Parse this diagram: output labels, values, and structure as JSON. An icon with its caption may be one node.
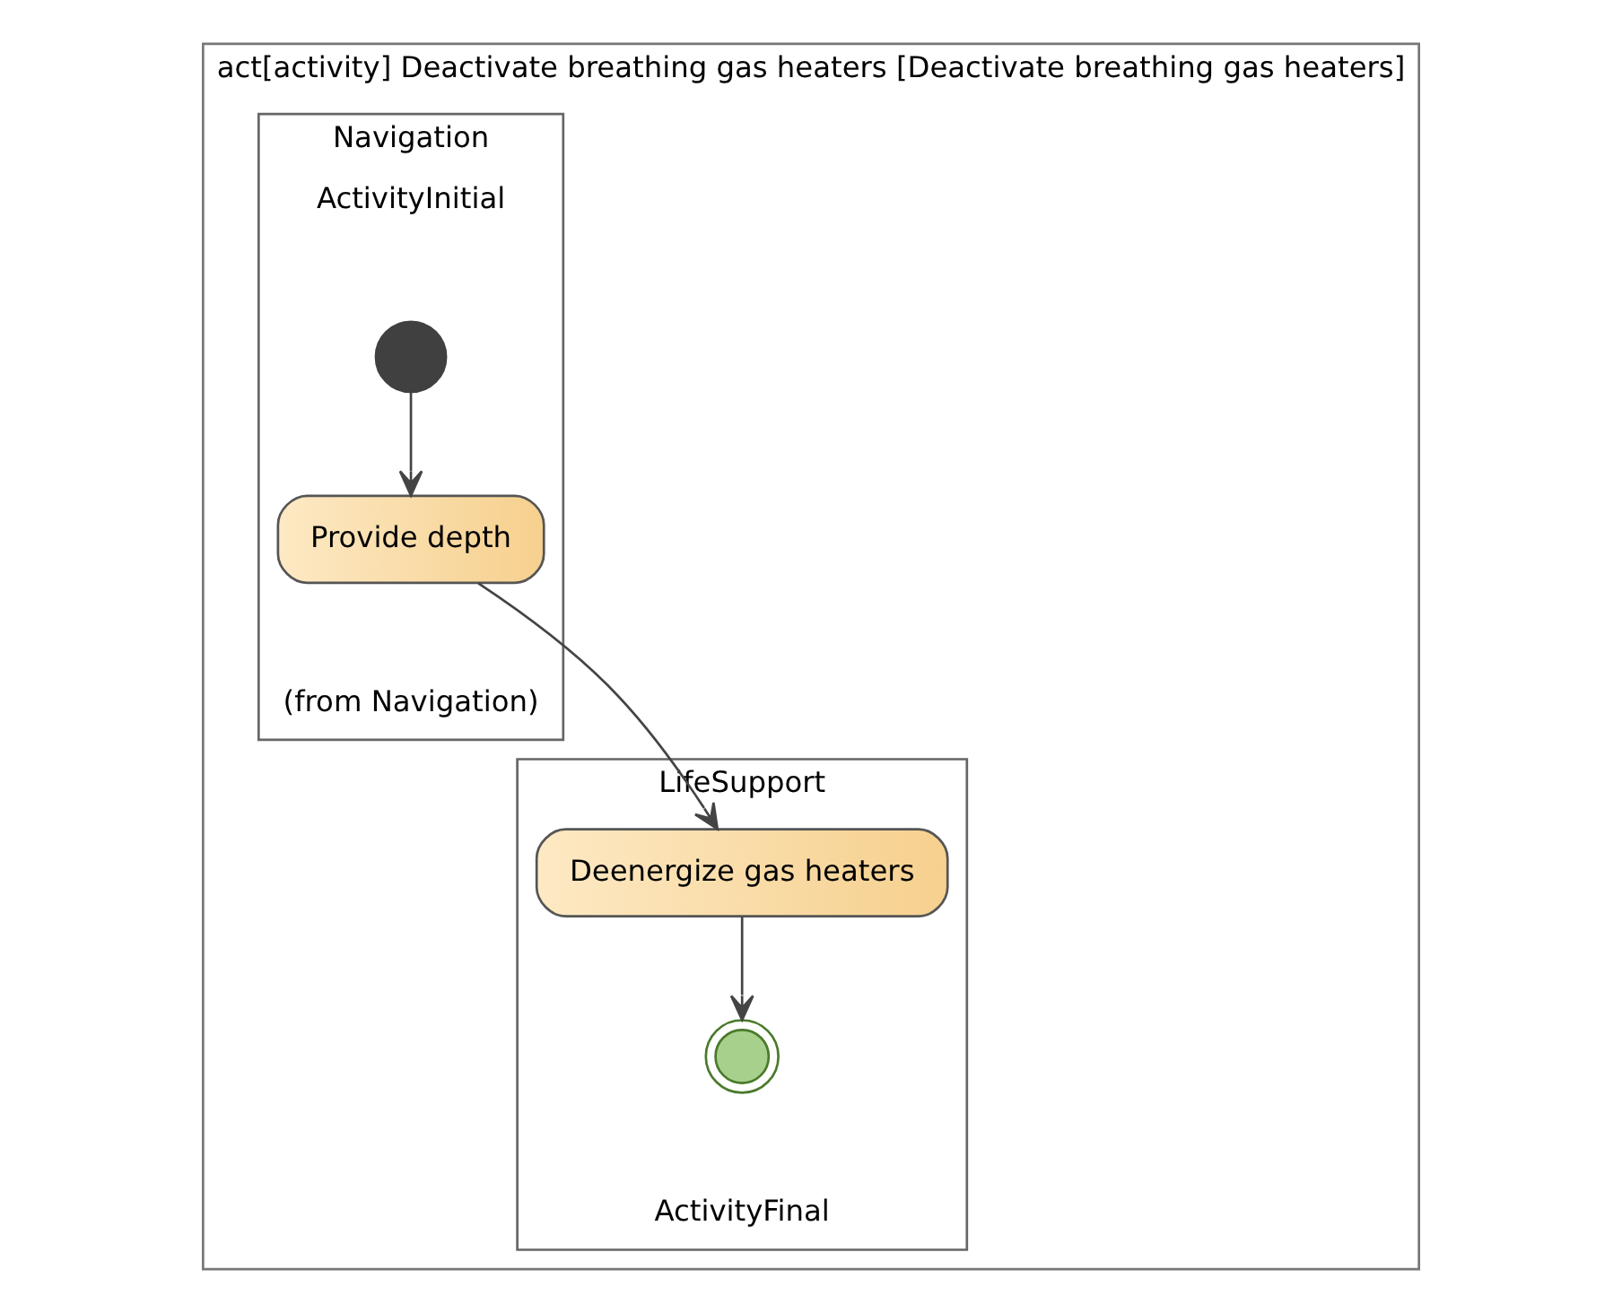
{
  "diagram": {
    "nodes": [
      {
        "text": [
          "act[activity] Deactivate breathing gas heaters [Deactivate breathing gas heaters]"
        ]
      },
      {
        "text": [
          "Navigation"
        ],
        "in": 0
      },
      {
        "text": [
          "LifeSupport"
        ],
        "in": 0
      },
      {
        "text": [],
        "shape": "circle",
        "in": 1,
        "beside": [
          "ActivityInitial"
        ]
      },
      {
        "text": [
          "Provide depth"
        ],
        "in": 1,
        "beside": [
          "(from Navigation)"
        ]
      },
      {
        "text": [
          "Deenergize gas heaters"
        ],
        "in": 2
      },
      {
        "text": [],
        "shape": "bullseye",
        "in": 2,
        "beside": [
          "ActivityFinal"
        ]
      }
    ],
    "edges": [
      {
        "from": 3,
        "to": 4,
        "arrow": "to"
      },
      {
        "from": 4,
        "to": 5,
        "arrow": "to"
      },
      {
        "from": 5,
        "to": 6,
        "arrow": "to"
      }
    ]
  }
}
